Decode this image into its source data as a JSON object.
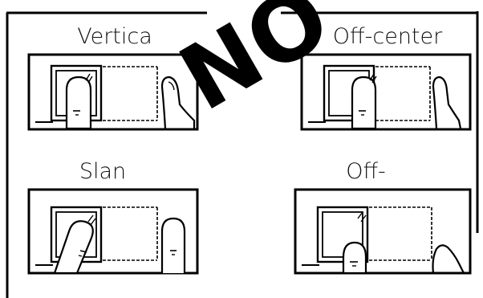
{
  "watermark": "NO",
  "panels": [
    {
      "label": "Vertica",
      "stroke": "#000000"
    },
    {
      "label": "Off-center",
      "stroke": "#000000"
    },
    {
      "label": "Slan",
      "stroke": "#000000"
    },
    {
      "label": "Off-",
      "stroke": "#000000"
    }
  ],
  "colors": {
    "line": "#000000",
    "background": "#ffffff",
    "watermark": "#000000"
  }
}
